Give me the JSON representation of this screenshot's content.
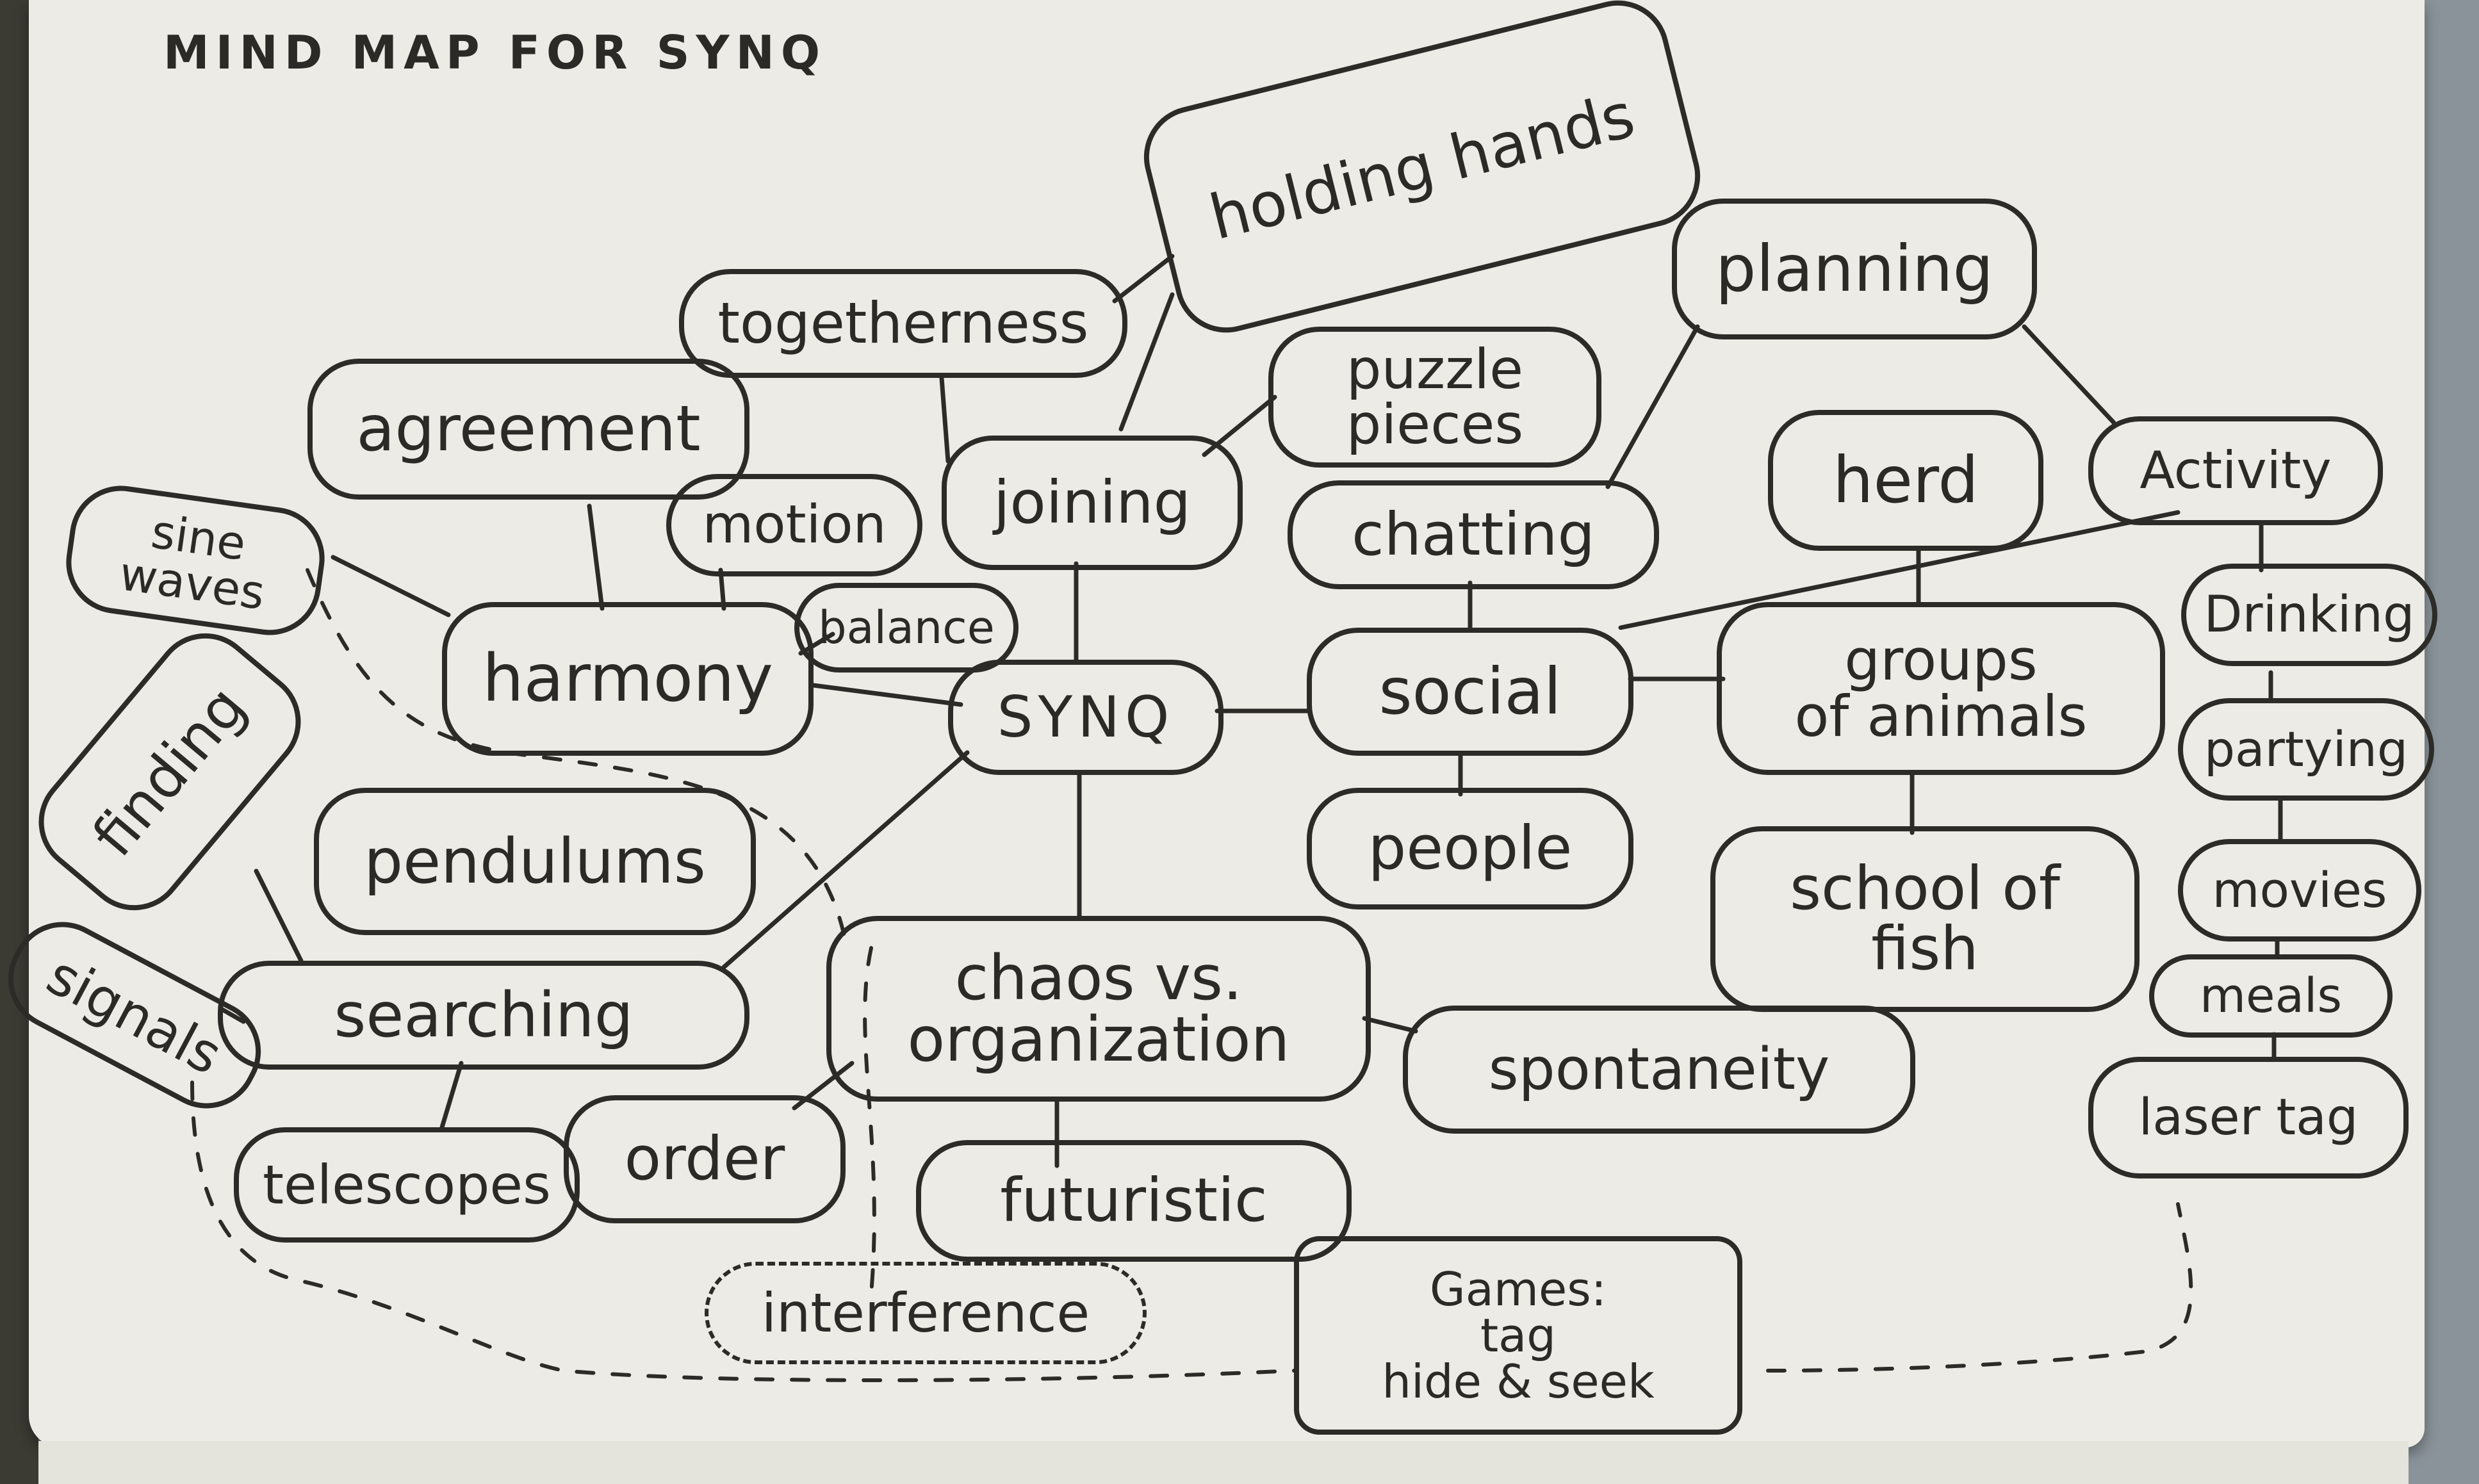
{
  "title": "MIND MAP FOR SYNQ",
  "nodes": {
    "synq": "SYNQ",
    "holding_hands": "holding hands",
    "togetherness": "togetherness",
    "joining": "joining",
    "puzzle_pieces": "puzzle\npieces",
    "planning": "planning",
    "agreement": "agreement",
    "motion": "motion",
    "balance": "balance",
    "harmony": "harmony",
    "sine_waves": "sine\nwaves",
    "finding": "finding",
    "pendulums": "pendulums",
    "searching": "searching",
    "signals": "signals",
    "telescopes": "telescopes",
    "order": "order",
    "chaos_vs_organization": "chaos vs.\norganization",
    "futuristic": "futuristic",
    "interference": "interference",
    "games": "Games:\ntag\nhide & seek",
    "spontaneity": "spontaneity",
    "chatting": "chatting",
    "social": "social",
    "people": "people",
    "herd": "herd",
    "groups_of_animals": "groups\nof animals",
    "school_of_fish": "school of\nfish",
    "activity": "Activity",
    "drinking": "Drinking",
    "partying": "partying",
    "movies": "movies",
    "meals": "meals",
    "laser_tag": "laser tag"
  }
}
